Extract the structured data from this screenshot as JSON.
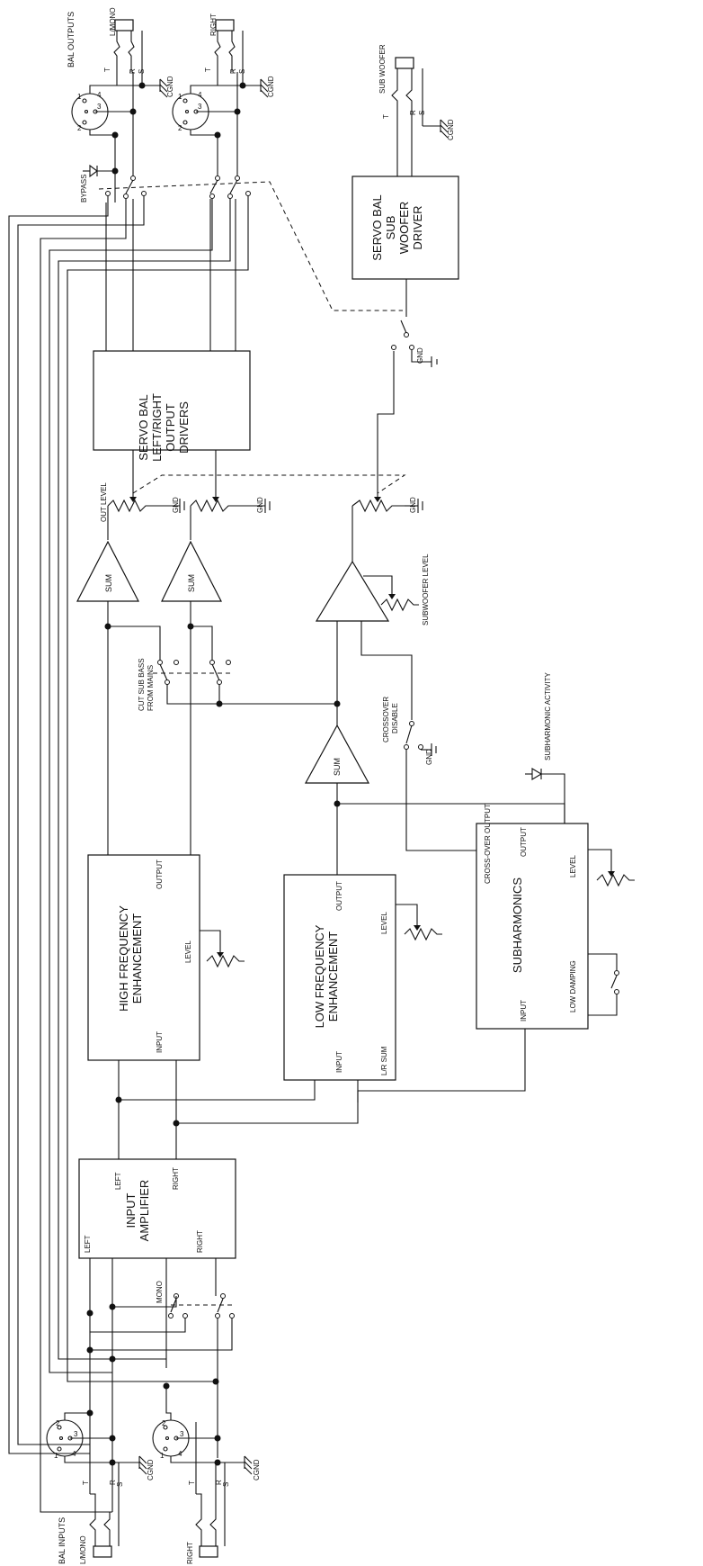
{
  "labels": {
    "bal_outputs": "BAL OUTPUTS",
    "bal_inputs": "BAL INPUTS",
    "l_mono_out": "L/MONO",
    "right_out": "RIGHT",
    "l_mono_in": "L/MONO",
    "right_in": "RIGHT",
    "sub_woofer": "SUB WOOFER",
    "bypass": "BYPASS",
    "out_level": "OUT LEVEL",
    "gnd": "GND",
    "cgnd": "CGND",
    "t": "T",
    "r": "R",
    "s": "S",
    "sum": "SUM",
    "cut_sub_bass_1": "CUT SUB BASS",
    "cut_sub_bass_2": "FROM MAINS",
    "subwoofer_level": "SUBWOOFER LEVEL",
    "crossover_disable_1": "CROSSOVER",
    "crossover_disable_2": "DISABLE",
    "subharmonic_activity": "SUBHARMONIC ACTIVITY",
    "mono": "MONO",
    "output": "OUTPUT",
    "input": "INPUT",
    "level": "LEVEL",
    "lr_sum": "L/R SUM",
    "crossover_output": "CROSS-OVER OUTPUT",
    "low_damping": "LOW DAMPING",
    "left": "LEFT",
    "right": "RIGHT",
    "pin1": "1",
    "pin2": "2",
    "pin3": "3",
    "pin4": "4"
  },
  "blocks": {
    "servo_sub": [
      "SERVO BAL",
      "SUB",
      "WOOFER",
      "DRIVER"
    ],
    "servo_lr": [
      "SERVO BAL",
      "LEFT/RIGHT",
      "OUTPUT",
      "DRIVERS"
    ],
    "hf_enh": [
      "HIGH FREQUENCY",
      "ENHANCEMENT"
    ],
    "lf_enh": [
      "LOW FREQUENCY",
      "ENHANCEMENT"
    ],
    "subharmonics": [
      "SUBHARMONICS"
    ],
    "input_amp": [
      "INPUT",
      "AMPLIFIER"
    ]
  }
}
